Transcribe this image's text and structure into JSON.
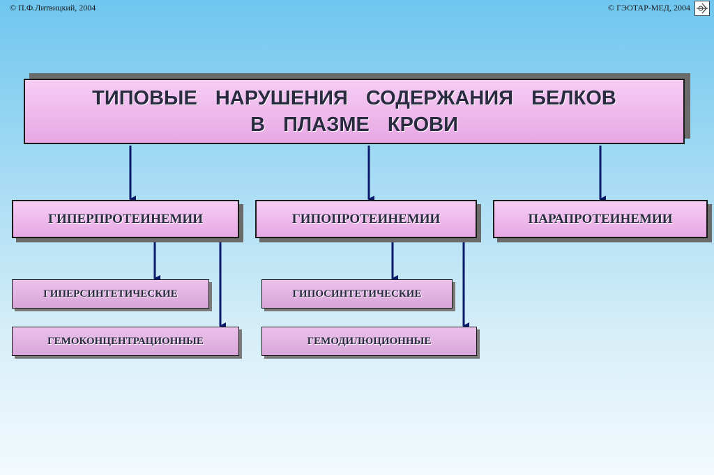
{
  "header": {
    "copyright_left": "© П.Ф.Литвицкий, 2004",
    "copyright_right": "© ГЭОТАР-МЕД, 2004"
  },
  "title": {
    "line1": "ТИПОВЫЕ НАРУШЕНИЯ СОДЕРЖАНИЯ БЕЛКОВ",
    "line2": "В ПЛАЗМЕ КРОВИ"
  },
  "categories": {
    "hyper": "ГИПЕРПРОТЕИНЕМИИ",
    "hypo": "ГИПОПРОТЕИНЕМИИ",
    "para": "ПАРАПРОТЕИНЕМИИ"
  },
  "subtypes": {
    "hyper_synthetic": "ГИПЕРСИНТЕТИЧЕСКИЕ",
    "hemoconcentration": "ГЕМОКОНЦЕНТРАЦИОННЫЕ",
    "hypo_synthetic": "ГИПОСИНТЕТИЧЕСКИЕ",
    "hemodilution": "ГЕМОДИЛЮЦИОННЫЕ"
  },
  "colors": {
    "arrow": "#0a1a6b",
    "box_fill": "#eebbeb",
    "background_top": "#6fc6ef"
  }
}
